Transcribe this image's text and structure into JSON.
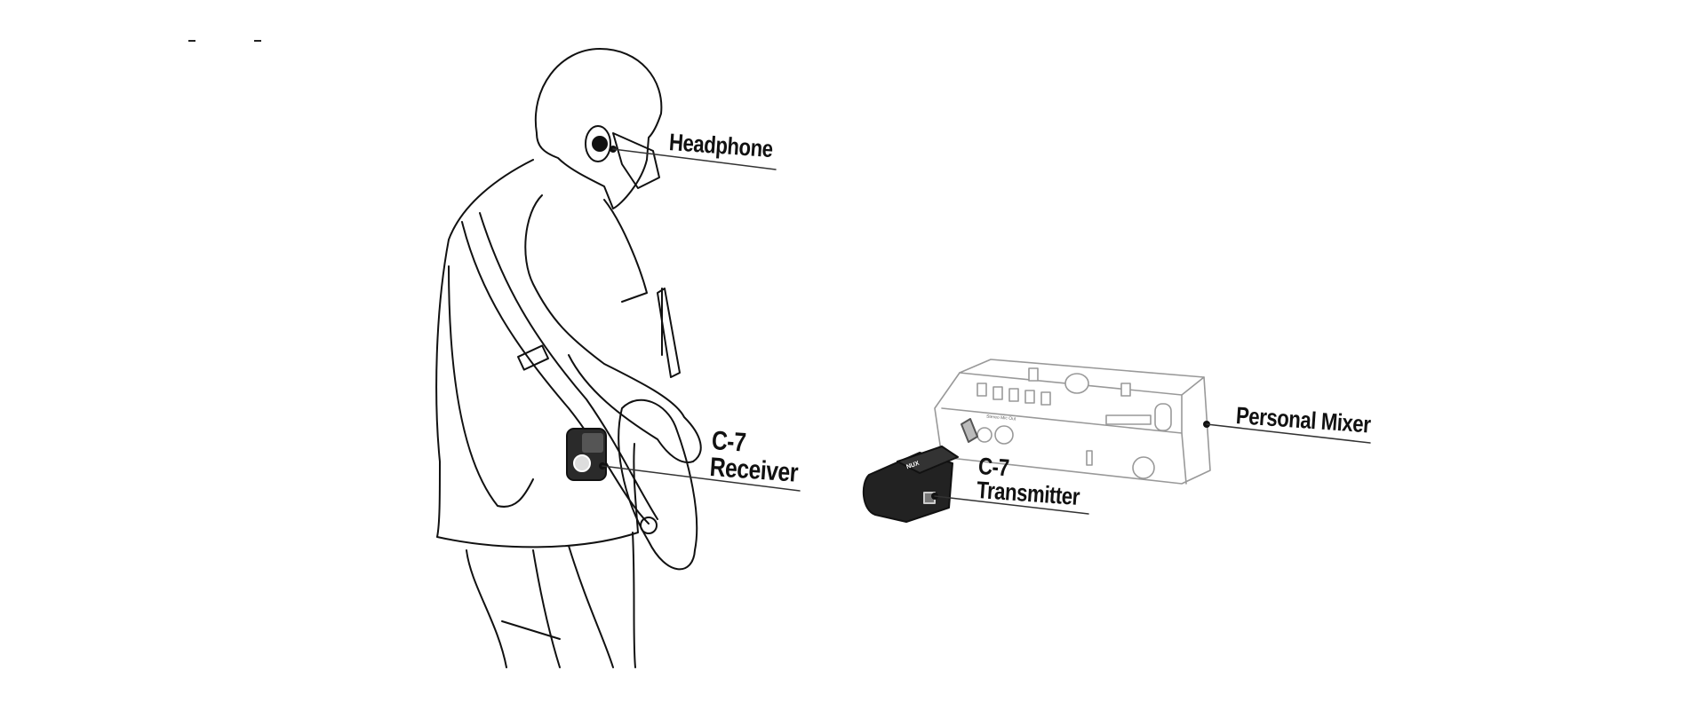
{
  "labels": {
    "headphone": "Headphone",
    "receiver_model": "C-7",
    "receiver": "Receiver",
    "transmitter_model": "C-7",
    "transmitter": "Transmitter",
    "mixer": "Personal Mixer"
  },
  "device_brand": "NUX",
  "mixer_panel_text": "Stereo Mic Out"
}
